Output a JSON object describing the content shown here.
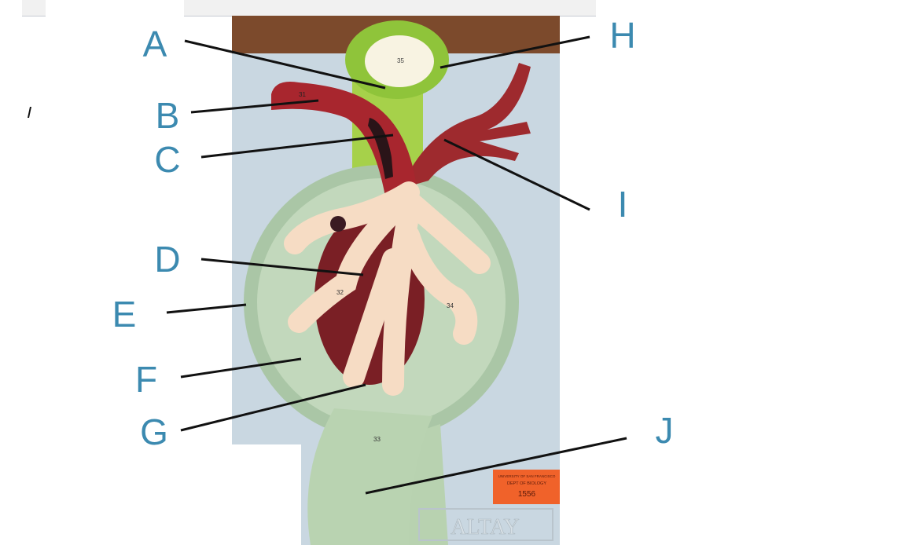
{
  "labels": {
    "A": "A",
    "B": "B",
    "C": "C",
    "D": "D",
    "E": "E",
    "F": "F",
    "G": "G",
    "H": "H",
    "I": "I",
    "J": "J"
  },
  "model_tag": {
    "line1": "UNIVERSITY OF SAN FRANCISCO",
    "line2": "DEPT OF BIOLOGY",
    "number": "1556",
    "color": "#f0622a"
  },
  "brand": "ALTAY",
  "model_numbers": [
    "35",
    "31",
    "32",
    "34",
    "33"
  ],
  "colors": {
    "label": "#3c8ab0",
    "arteriole": "#a8262e",
    "capillary": "#f6dcc4",
    "capsule": "#b8d0b0",
    "tubule": "#8fc43a"
  }
}
